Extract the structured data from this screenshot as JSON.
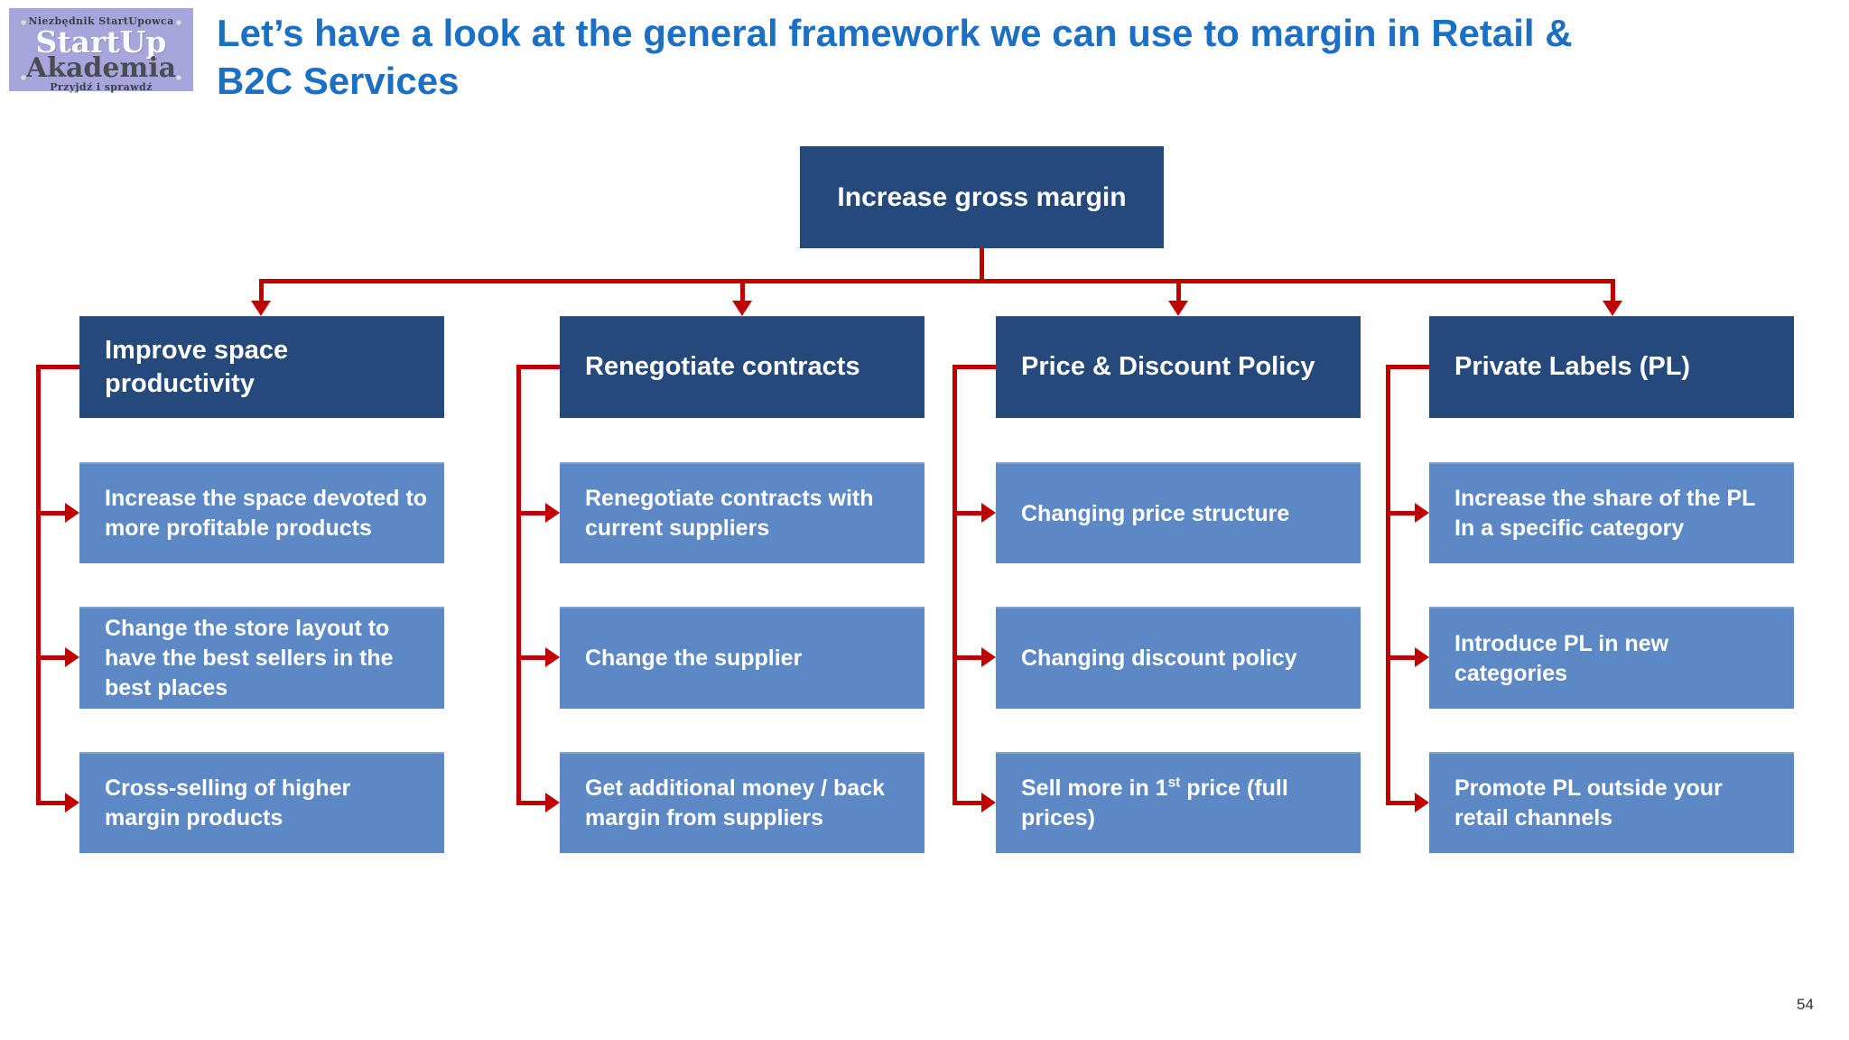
{
  "page": {
    "number": "54",
    "background_color": "#FFFFFF"
  },
  "logo": {
    "top_text": "Niezbędnik StartUpowca",
    "line1": "StartUp",
    "line2": "Akademia",
    "bottom_text": "Przyjdź i sprawdź",
    "bg_color": "#A6A6DC"
  },
  "title": {
    "lines": [
      "Let’s have a look at the general framework we can use to margin in Retail &",
      "B2C Services"
    ],
    "color": "#1B6FC4"
  },
  "diagram": {
    "colors": {
      "header_bg": "#26497B",
      "item_bg": "#5C88C5",
      "connector": "#C00000",
      "text": "#FFFFFF"
    },
    "root": {
      "label": "Increase gross margin"
    },
    "columns": [
      {
        "header": "Improve space productivity",
        "items": [
          "Increase the space devoted to more profitable products",
          "Change the store layout to have the best sellers in the best places",
          "Cross-selling of higher margin products"
        ]
      },
      {
        "header": "Renegotiate contracts",
        "items": [
          "Renegotiate contracts with current suppliers",
          "Change the supplier",
          "Get additional money / back margin from suppliers"
        ]
      },
      {
        "header": "Price & Discount Policy",
        "items": [
          "Changing price structure",
          "Changing discount policy",
          {
            "pre": "Sell more in 1",
            "sup": "st",
            "post": " price (full prices)"
          }
        ]
      },
      {
        "header": "Private Labels (PL)",
        "items": [
          "Increase the share of the PL In a specific category",
          "Introduce PL in new categories",
          "Promote PL outside your retail channels"
        ]
      }
    ]
  }
}
